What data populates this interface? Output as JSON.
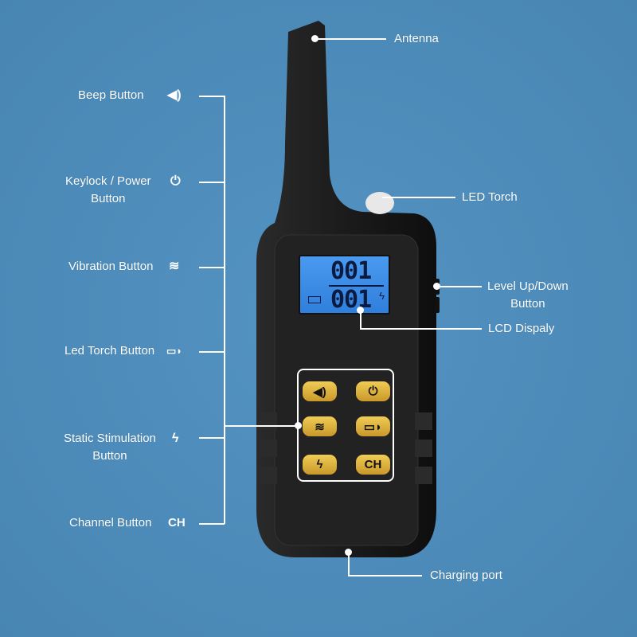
{
  "labels": {
    "antenna": "Antenna",
    "led_torch": "LED Torch",
    "level_line1": "Level Up/Down",
    "level_line2": "Button",
    "lcd": "LCD Dispaly",
    "charging": "Charging port",
    "beep": "Beep Button",
    "keylock_line1": "Keylock / Power",
    "keylock_line2": "Button",
    "vibration": "Vibration Button",
    "torch_button": "Led Torch Button",
    "static_line1": "Static Stimulation",
    "static_line2": "Button",
    "channel": "Channel Button"
  },
  "icons": {
    "channel_text": "CH"
  },
  "lcd": {
    "top_value": "001",
    "bottom_value": "001"
  },
  "device_buttons": {
    "channel": "CH"
  },
  "colors": {
    "background": "#4c8bb9",
    "device": "#1a1a1a",
    "button": "#e0b53a",
    "lcd": "#3f8fe6"
  }
}
